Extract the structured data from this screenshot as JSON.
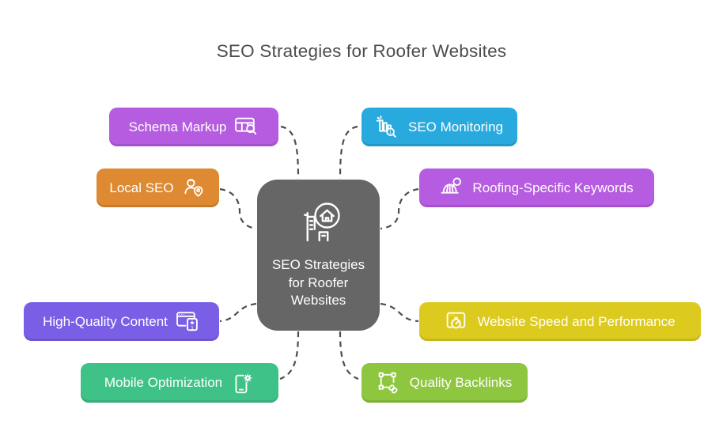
{
  "title": "SEO Strategies for Roofer Websites",
  "colors": {
    "title_text": "#4d4d4d",
    "connector": "#4d4d4d",
    "node_text": "#ffffff",
    "center_bg": "#666666",
    "purple": "#b65ce0",
    "orange": "#dd8a33",
    "violet": "#7a5fe6",
    "green": "#3ec287",
    "blue": "#29aade",
    "yellow": "#ddca1f",
    "olive": "#8ec63f"
  },
  "center": {
    "label": "SEO Strategies for Roofer Websites",
    "icon": "buildings-house-search-icon",
    "color": "#666666"
  },
  "nodes": [
    {
      "id": "schema-markup",
      "label": "Schema Markup",
      "icon": "table-search-icon",
      "color": "#b65ce0",
      "side": "left"
    },
    {
      "id": "local-seo",
      "label": "Local SEO",
      "icon": "person-location-pin-icon",
      "color": "#dd8a33",
      "side": "left"
    },
    {
      "id": "high-quality-content",
      "label": "High-Quality Content",
      "icon": "browser-award-icon",
      "color": "#7a5fe6",
      "side": "left"
    },
    {
      "id": "mobile-optimization",
      "label": "Mobile Optimization",
      "icon": "phone-gear-icon",
      "color": "#3ec287",
      "side": "left"
    },
    {
      "id": "seo-monitoring",
      "label": "SEO Monitoring",
      "icon": "bar-chart-search-icon",
      "color": "#29aade",
      "side": "right"
    },
    {
      "id": "roofing-specific-keywords",
      "label": "Roofing-Specific Keywords",
      "icon": "hard-hat-search-icon",
      "color": "#b65ce0",
      "side": "right"
    },
    {
      "id": "website-speed-and-performance",
      "label": "Website Speed and Performance",
      "icon": "browser-stopwatch-icon",
      "color": "#ddca1f",
      "side": "right"
    },
    {
      "id": "quality-backlinks",
      "label": "Quality Backlinks",
      "icon": "vector-link-icon",
      "color": "#8ec63f",
      "side": "right"
    }
  ]
}
